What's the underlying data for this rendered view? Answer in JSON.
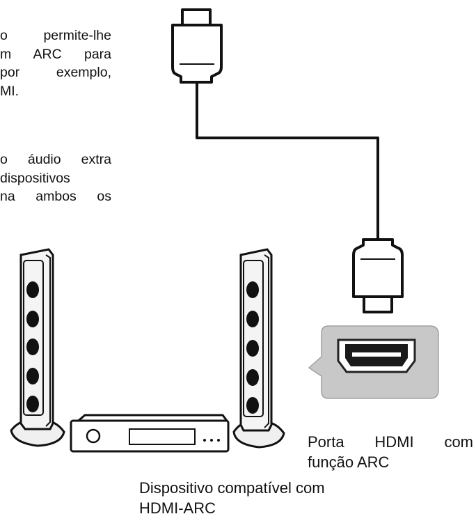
{
  "paragraph1": {
    "lines": [
      "o permite-lhe",
      "m ARC para",
      "por exemplo,",
      "MI."
    ]
  },
  "paragraph2": {
    "lines": [
      "o áudio extra",
      "dispositivos",
      "na ambos os"
    ]
  },
  "port_caption": {
    "line1_words": [
      "Porta",
      "HDMI",
      "com"
    ],
    "line2": "função ARC"
  },
  "device_caption": {
    "line1": "Dispositivo compatível com",
    "line2": "HDMI-ARC"
  },
  "colors": {
    "outline": "#111111",
    "port_panel": "#c8c8c8",
    "port_slot": "#1a1a1a",
    "speaker_face": "#f4f4f4"
  }
}
